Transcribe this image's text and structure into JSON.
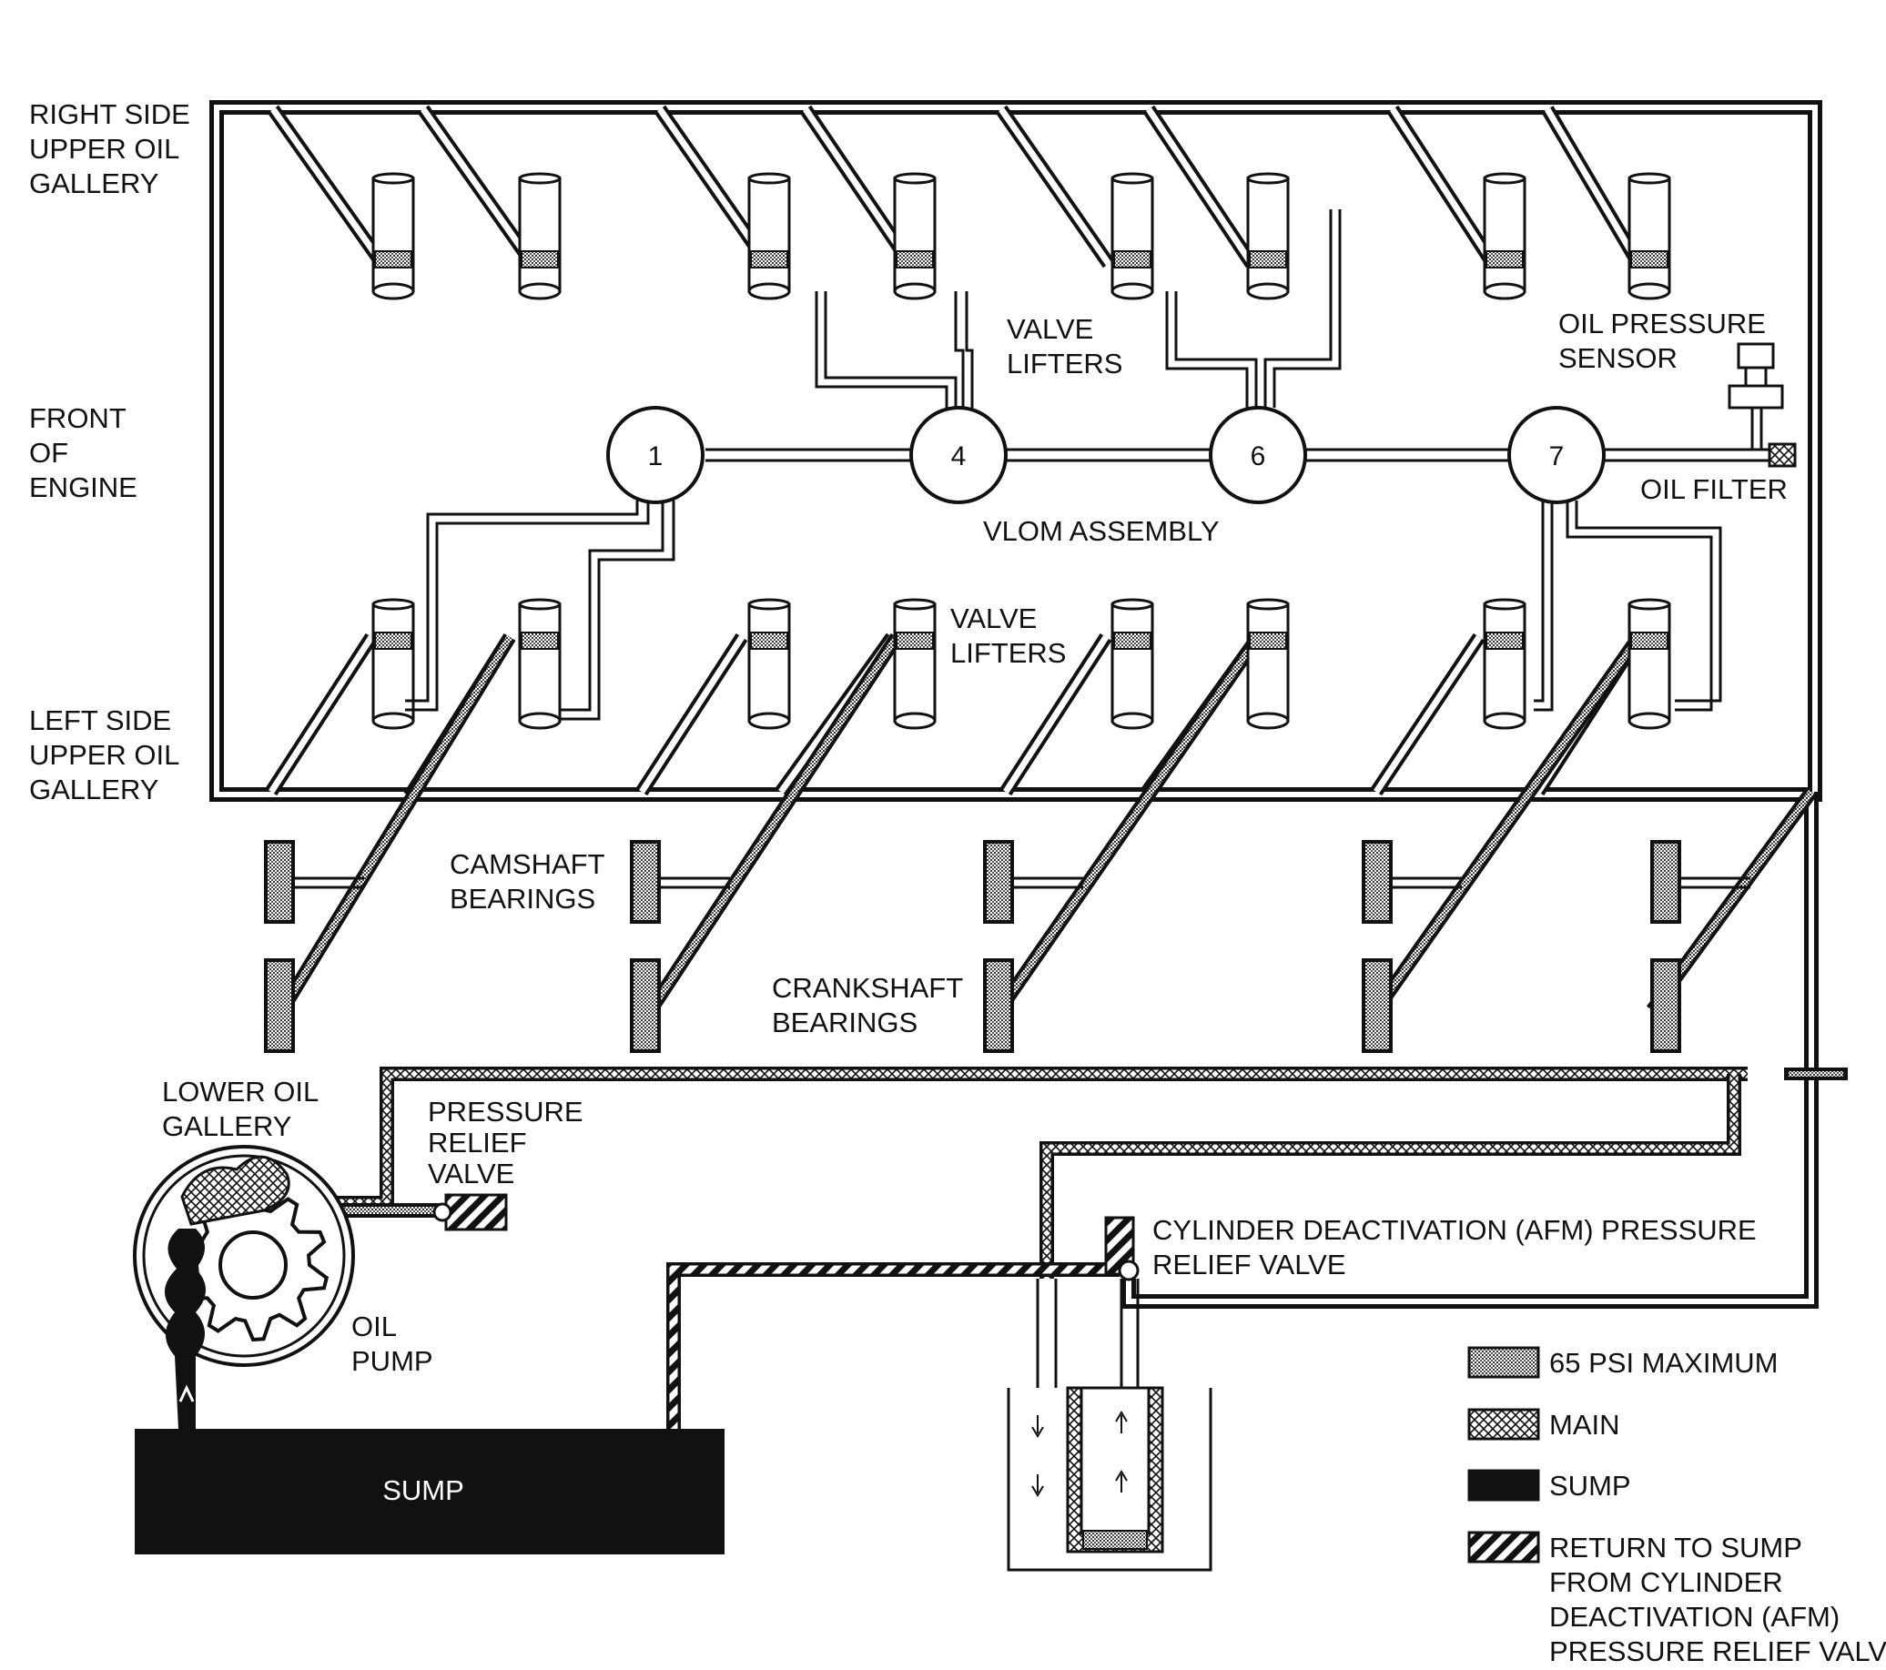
{
  "labels": {
    "right_gallery": [
      "RIGHT SIDE",
      "UPPER OIL",
      "GALLERY"
    ],
    "front": [
      "FRONT",
      "OF",
      "ENGINE"
    ],
    "left_gallery": [
      "LEFT SIDE",
      "UPPER OIL",
      "GALLERY"
    ],
    "valve_lifters_top": [
      "VALVE",
      "LIFTERS"
    ],
    "valve_lifters_bottom": [
      "VALVE",
      "LIFTERS"
    ],
    "oil_pressure_sensor": [
      "OIL PRESSURE",
      "SENSOR"
    ],
    "oil_filter": "OIL FILTER",
    "vlom": "VLOM ASSEMBLY",
    "camshaft": [
      "CAMSHAFT",
      "BEARINGS"
    ],
    "crankshaft": [
      "CRANKSHAFT",
      "BEARINGS"
    ],
    "lower_gallery": [
      "LOWER OIL",
      "GALLERY"
    ],
    "prv": [
      "PRESSURE",
      "RELIEF",
      "VALVE"
    ],
    "afm": [
      "CYLINDER DEACTIVATION (AFM) PRESSURE",
      "RELIEF VALVE"
    ],
    "oil_pump": [
      "OIL",
      "PUMP"
    ],
    "sump": "SUMP"
  },
  "vlom_numbers": [
    "1",
    "4",
    "6",
    "7"
  ],
  "legend": [
    {
      "pattern": "dots",
      "text": [
        "65 PSI MAXIMUM"
      ]
    },
    {
      "pattern": "cross",
      "text": [
        "MAIN"
      ]
    },
    {
      "pattern": "solid",
      "text": [
        "SUMP"
      ]
    },
    {
      "pattern": "stripes",
      "text": [
        "RETURN TO SUMP",
        "FROM CYLINDER",
        "DEACTIVATION (AFM)",
        "PRESSURE RELIEF VALVE"
      ]
    }
  ],
  "colors": {
    "ink": "#111111",
    "paper": "#ffffff",
    "dot_fill": "#a8a8a8"
  }
}
